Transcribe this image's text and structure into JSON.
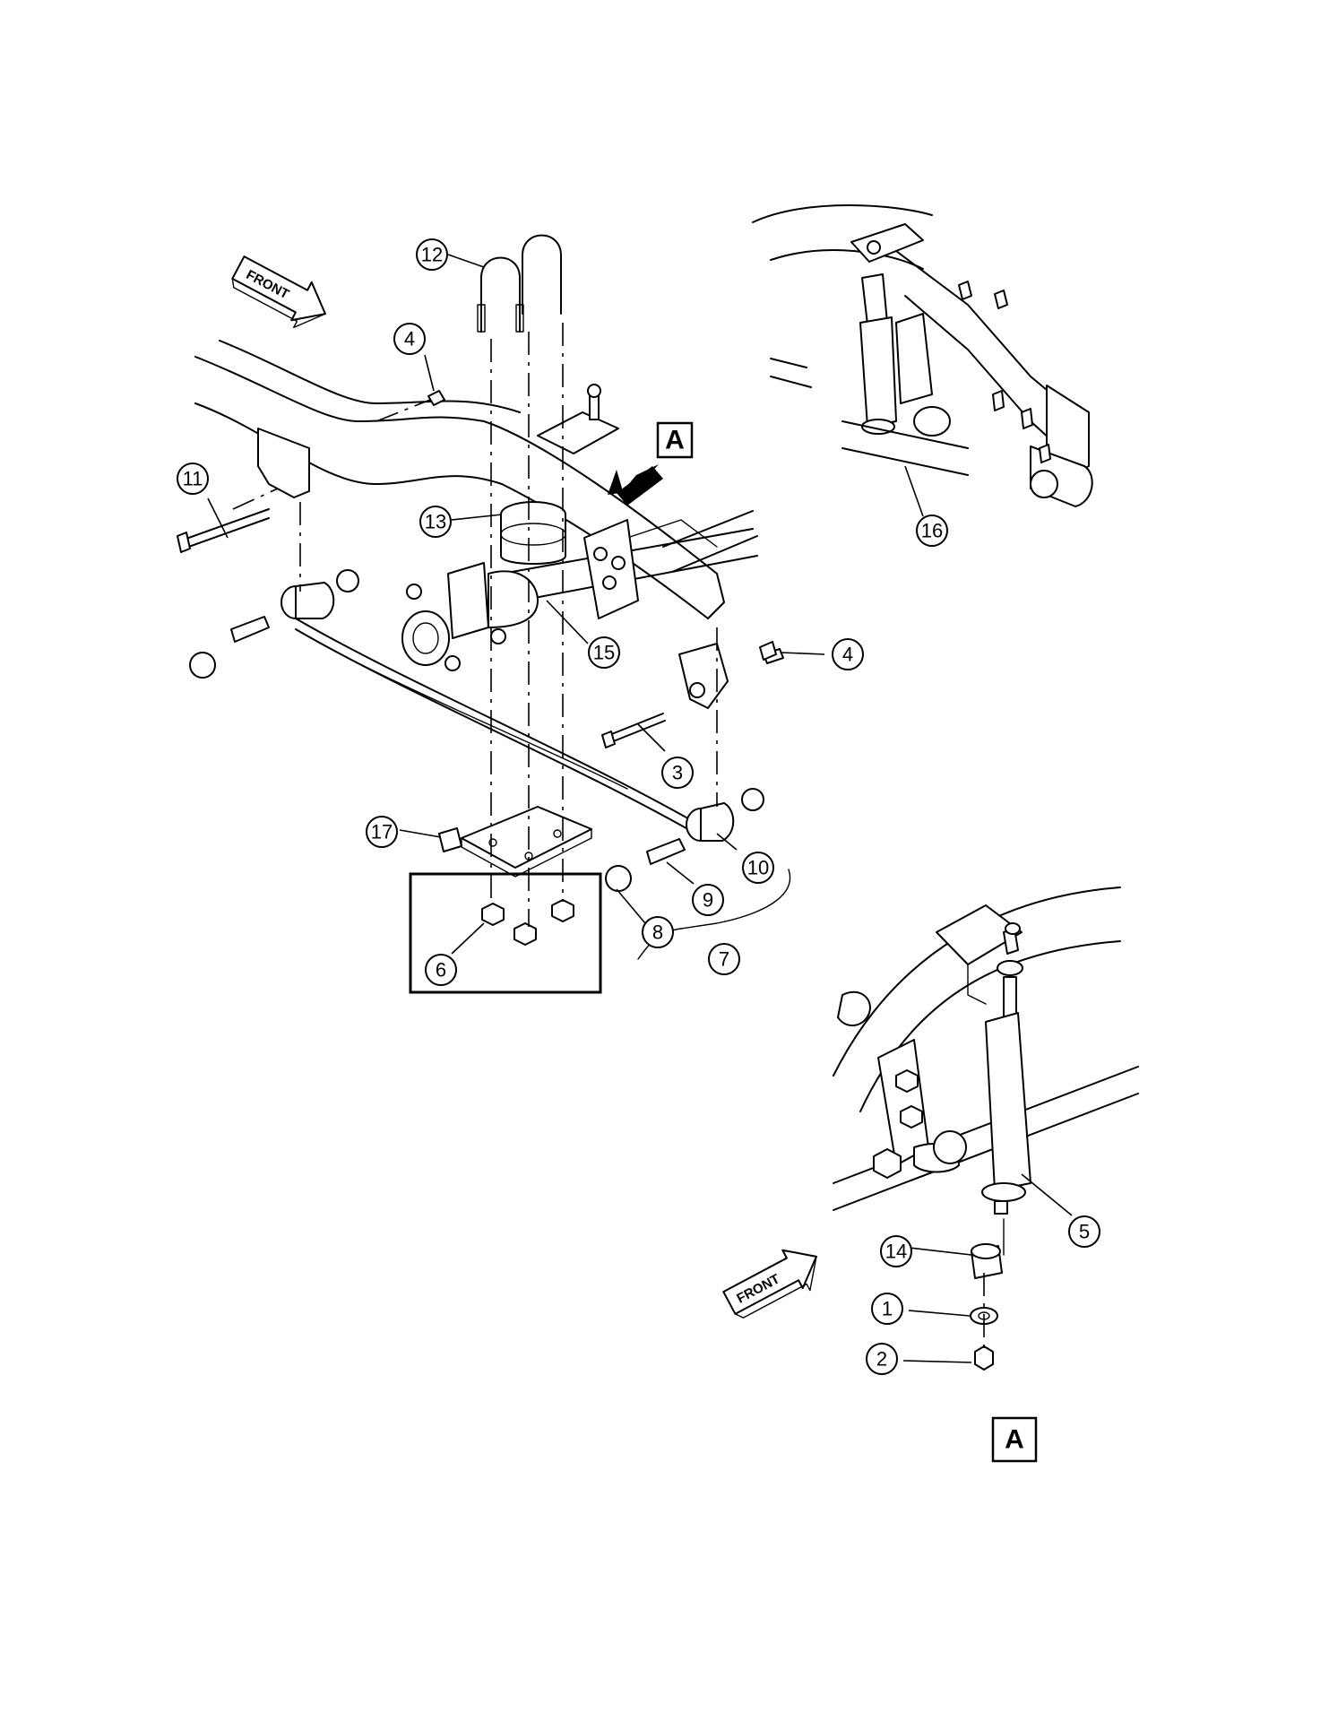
{
  "labels": {
    "front": "FRONT",
    "view_tag": "A"
  },
  "callouts": [
    "1",
    "2",
    "3",
    "4",
    "4",
    "5",
    "6",
    "7",
    "8",
    "9",
    "10",
    "11",
    "12",
    "13",
    "14",
    "15",
    "16",
    "17"
  ]
}
